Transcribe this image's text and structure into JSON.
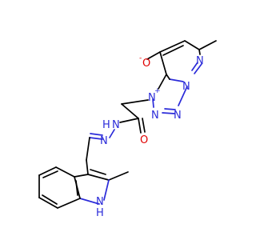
{
  "molecule": {
    "atoms": {
      "oxide_o": "O",
      "oxide_charge": "-",
      "cation_n": "N",
      "cation_charge": "+",
      "pyridazine_n1": "N",
      "pyridazine_n2": "N",
      "triazole_n1": "N",
      "triazole_n2": "N",
      "amide_o": "O",
      "hydrazide_nh": "N",
      "hydrazide_h": "H",
      "imine_n": "N",
      "indole_n": "N",
      "indole_h": "H"
    }
  },
  "colors": {
    "carbon": "#000000",
    "nitrogen": "#2b2bd9",
    "oxygen": "#e00000"
  }
}
